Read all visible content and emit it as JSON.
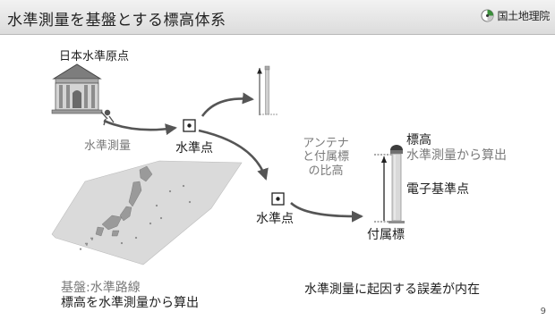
{
  "header": {
    "title": "水準測量を基盤とする標高体系",
    "organization": "国土地理院",
    "logo_icon": "gsi-logo-icon",
    "background": "#e6e6e6"
  },
  "diagram": {
    "origin_label": "日本水準原点",
    "leveling_label": "水準測量",
    "benchmark_label_1": "水準点",
    "benchmark_label_2": "水準点",
    "antenna_label": [
      "アンテナ",
      "と付属標",
      "の比高"
    ],
    "elevation_label": [
      "標高",
      "水準測量から算出"
    ],
    "gnss_station_label": "電子基準点",
    "auxiliary_mark_label": "付属標",
    "network_label": [
      "基盤:水準路線",
      "標高を水準測量から算出"
    ],
    "error_note": "水準測量に起因する誤差が内在",
    "arrow_color": "#555555",
    "map_color": "#9a9a9a"
  },
  "page_number": "9"
}
